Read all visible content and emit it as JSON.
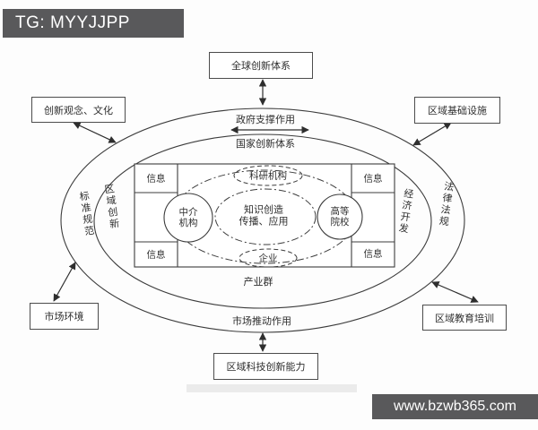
{
  "watermarks": {
    "top_left": "TG: MYYJJPP",
    "bottom_right": "www.bzwb365.com"
  },
  "diagram": {
    "outer_boxes": {
      "global": "全球创新体系",
      "concepts": "创新观念、文化",
      "infrastructure": "区域基础设施",
      "market_env": "市场环境",
      "education": "区域教育培训",
      "capability": "区域科技创新能力"
    },
    "ring_labels": {
      "gov_support": "政府支撑作用",
      "national_system": "国家创新体系",
      "industry_cluster": "产业群",
      "market_push": "市场推动作用",
      "standards": "标准规范",
      "regional_innovation": "区域创新",
      "economic_dev": "经济开发",
      "laws": "法律法规"
    },
    "core": {
      "info": "信息",
      "research": "科研机构",
      "intermediary": [
        "中介",
        "机构"
      ],
      "college": [
        "高等",
        "院校"
      ],
      "enterprise": "企业",
      "knowledge": [
        "知识创造",
        "传播、应用"
      ]
    },
    "colors": {
      "bar_bg": "#59595b",
      "bar_text": "#ffffff",
      "line": "#3c3c3c",
      "text": "#2e2e2e",
      "box_border": "#4c4c4c",
      "background": "#fdfdfd"
    }
  }
}
